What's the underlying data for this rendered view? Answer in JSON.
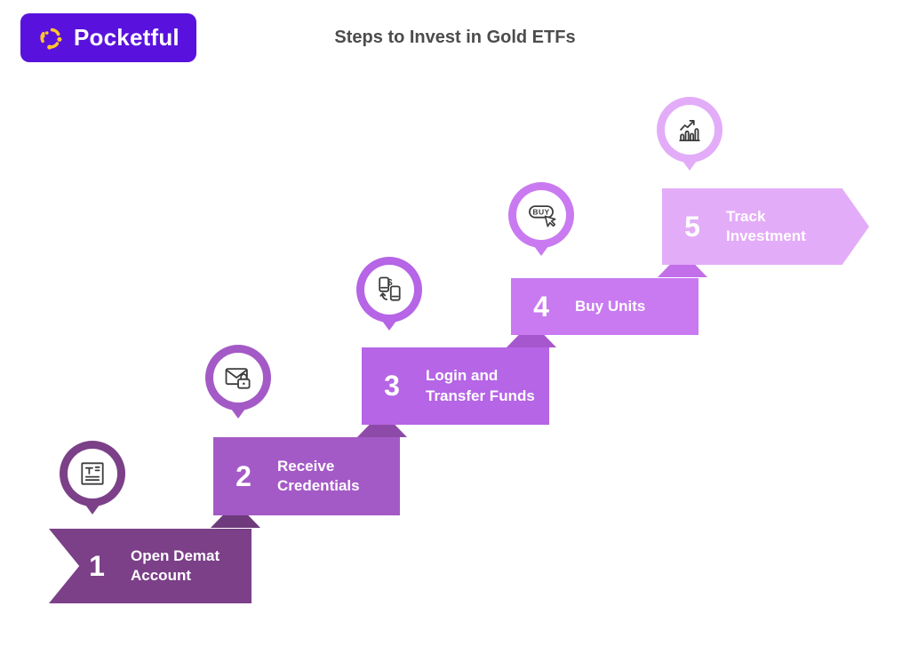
{
  "header": {
    "logo": {
      "text": "Pocketful",
      "bg_color": "#5912dd",
      "text_color": "#ffffff",
      "mark_icon": "pocketful-burst-icon",
      "mark_color": "#ffc62a"
    },
    "title": "Steps to Invest in Gold ETFs",
    "title_color": "#4c4c4c"
  },
  "diagram": {
    "type": "stepped-process-infographic",
    "step_count": 5,
    "text_color": "#ffffff",
    "icon_stroke": "#3d3d3d",
    "steps": [
      {
        "number": "1",
        "label": "Open Demat Account",
        "label_lines": [
          "Open Demat",
          "Account"
        ],
        "icon": "document-form-icon",
        "bar_color": "#7b4088",
        "marker_color": "#7b4088"
      },
      {
        "number": "2",
        "label": "Receive Credentials",
        "label_lines": [
          "Receive",
          "Credentials"
        ],
        "icon": "mail-lock-icon",
        "bar_color": "#a45ac6",
        "fold_color": "#6e3a7c",
        "marker_color": "#a45ac6"
      },
      {
        "number": "3",
        "label": "Login and Transfer Funds",
        "label_lines": [
          "Login and",
          "Transfer Funds"
        ],
        "icon": "phone-transfer-icon",
        "bar_color": "#b565e5",
        "fold_color": "#8d4aa8",
        "marker_color": "#b565e5"
      },
      {
        "number": "4",
        "label": "Buy Units",
        "label_lines": [
          "Buy Units"
        ],
        "icon": "buy-click-icon",
        "bar_color": "#c97af0",
        "fold_color": "#a757cd",
        "marker_color": "#c97af0"
      },
      {
        "number": "5",
        "label": "Track Investment",
        "label_lines": [
          "Track",
          "Investment"
        ],
        "icon": "chart-growth-icon",
        "bar_color": "#e3acf8",
        "fold_color": "#c26fe9",
        "marker_color": "#e3acf8"
      }
    ]
  }
}
